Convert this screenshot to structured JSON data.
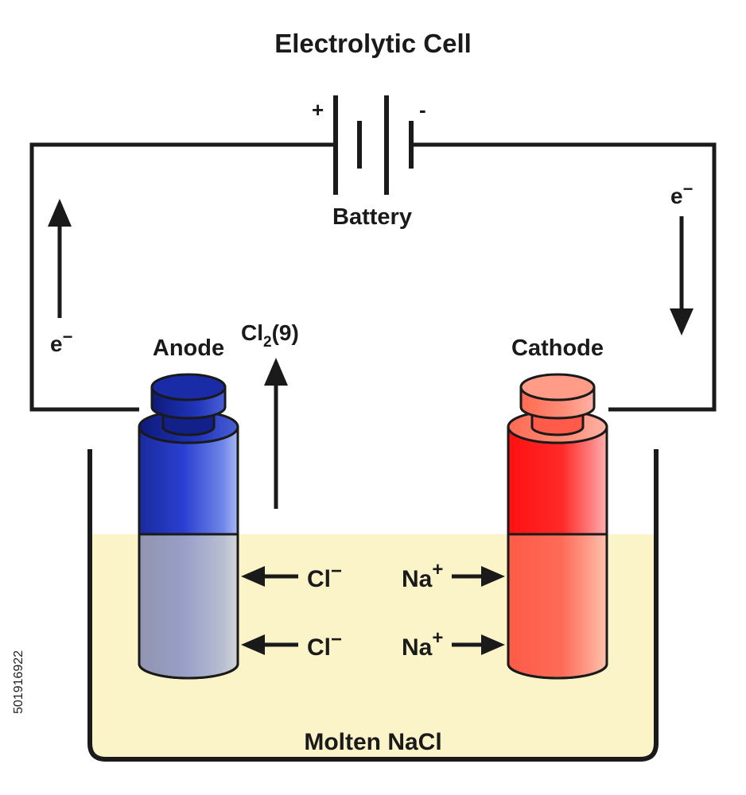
{
  "title": "Electrolytic Cell",
  "battery": {
    "label": "Battery",
    "positive": "+",
    "negative": "-"
  },
  "electron_left": {
    "base": "e",
    "sup": "−"
  },
  "electron_right": {
    "base": "e",
    "sup": "−"
  },
  "anode": {
    "label": "Anode",
    "color": "#1c2fb8"
  },
  "cathode": {
    "label": "Cathode",
    "color": "#ff1a1a"
  },
  "gas": {
    "base": "Cl",
    "sub": "2",
    "state": "(9)"
  },
  "ions": {
    "chloride": {
      "base": "Cl",
      "sup": "−"
    },
    "sodium": {
      "base": "Na",
      "sup": "+"
    }
  },
  "electrolyte": {
    "label": "Molten NaCl",
    "color": "#fbf4c8"
  },
  "watermark_id": "501916922"
}
